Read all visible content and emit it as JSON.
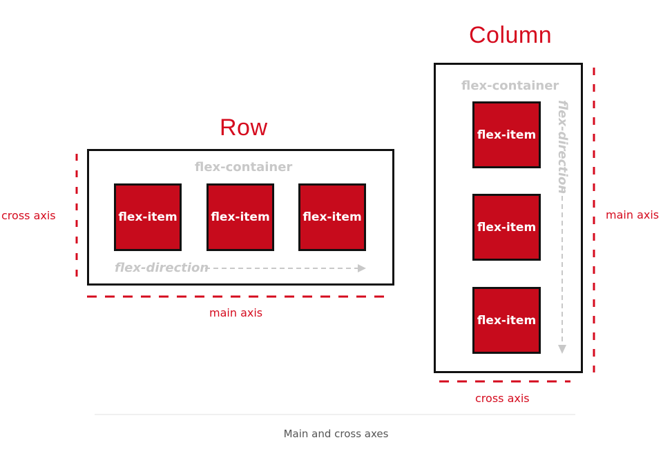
{
  "row": {
    "title": "Row",
    "container_label": "flex-container",
    "items": [
      "flex-item",
      "flex-item",
      "flex-item"
    ],
    "direction_label": "flex-direction",
    "main_axis_label": "main axis",
    "cross_axis_label": "cross axis"
  },
  "column": {
    "title": "Column",
    "container_label": "flex-container",
    "items": [
      "flex-item",
      "flex-item",
      "flex-item"
    ],
    "direction_label": "flex-direction",
    "main_axis_label": "main axis",
    "cross_axis_label": "cross axis"
  },
  "caption": "Main and cross axes",
  "colors": {
    "accent": "#d50b1e",
    "item_fill": "#c70b1c",
    "border": "#111111",
    "muted": "#c8c8c8",
    "divider": "#e0e0e0"
  }
}
